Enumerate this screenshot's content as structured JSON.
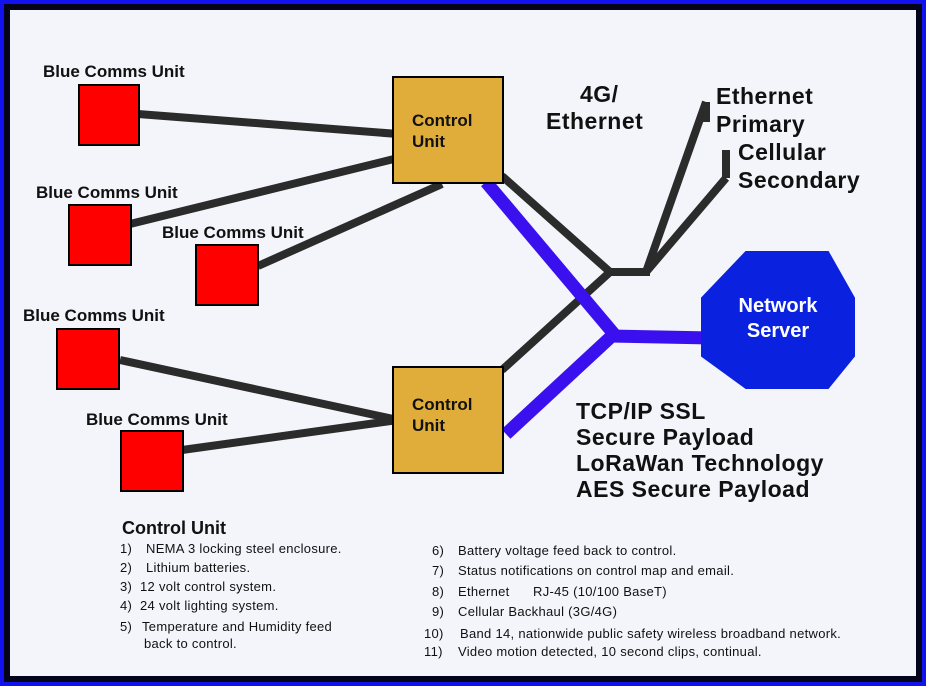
{
  "comms_units": [
    {
      "label": "Blue Comms Unit"
    },
    {
      "label": "Blue Comms Unit"
    },
    {
      "label": "Blue Comms Unit"
    },
    {
      "label": "Blue Comms Unit"
    },
    {
      "label": "Blue Comms Unit"
    }
  ],
  "control_units": [
    {
      "line1": "Control",
      "line2": "Unit"
    },
    {
      "line1": "Control",
      "line2": "Unit"
    }
  ],
  "backhaul": {
    "label_line1": "4G/",
    "label_line2": "Ethernet",
    "ethernet_line1": "Ethernet",
    "ethernet_line2": "Primary",
    "cellular_line1": "Cellular",
    "cellular_line2": "Secondary"
  },
  "network_server": {
    "line1": "Network",
    "line2": "Server"
  },
  "protocol_text": [
    "TCP/IP SSL",
    "Secure Payload",
    "LoRaWan Technology",
    "AES Secure Payload"
  ],
  "notes": {
    "title": "Control Unit",
    "left": [
      {
        "num": "1)",
        "text": "NEMA 3 locking steel enclosure."
      },
      {
        "num": "2)",
        "text": "Lithium batteries."
      },
      {
        "num": "3)",
        "text": "12 volt control system."
      },
      {
        "num": "4)",
        "text": "24 volt lighting system."
      },
      {
        "num": "5)",
        "text": "Temperature and Humidity feed"
      },
      {
        "num": "",
        "text": "back to control."
      }
    ],
    "right": [
      {
        "num": "6)",
        "text": "Battery voltage feed back to control."
      },
      {
        "num": "7)",
        "text": "Status notifications on control map and email."
      },
      {
        "num": "8)",
        "text": "Ethernet      RJ-45 (10/100 BaseT)"
      },
      {
        "num": "9)",
        "text": "Cellular Backhaul (3G/4G)"
      },
      {
        "num": "10)",
        "text": "Band 14, nationwide public safety wireless broadband network."
      },
      {
        "num": "11)",
        "text": "Video motion detected, 10 second clips, continual."
      }
    ]
  },
  "colors": {
    "frame": "#1212ee",
    "comms_unit": "#ff0000",
    "control_unit": "#e0ad3a",
    "link_dark": "#2b2b2b",
    "link_blue": "#3a10ee",
    "server": "#0a22e0"
  }
}
